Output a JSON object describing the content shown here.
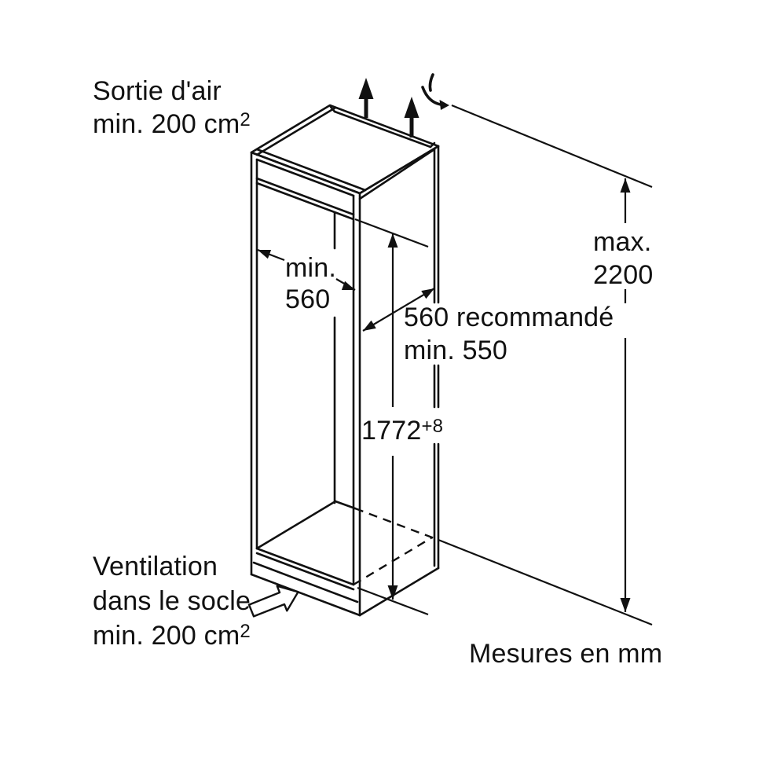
{
  "diagram": {
    "background": "#ffffff",
    "line_color": "#111111",
    "labels": {
      "air_outlet": {
        "line1": "Sortie d'air",
        "line2": "min. 200 cm",
        "sup": "2"
      },
      "ventilation": {
        "line1": "Ventilation",
        "line2": "dans le socle",
        "line3": "min. 200 cm",
        "sup": "2"
      },
      "dim_max_height": {
        "line1": "max.",
        "line2": "2200"
      },
      "dim_min_width": {
        "line1": "min.",
        "line2": "560"
      },
      "dim_depth": {
        "line1": "560 recommandé",
        "line2": "min. 550"
      },
      "dim_niche_height": {
        "value": "1772",
        "tolerance": "+8"
      },
      "units_note": "Mesures en mm"
    },
    "icons": {
      "air_arrows": "arrow-up",
      "air_swirl": "curved-air-flow",
      "ventilation_arrow": "block-arrow-up-right"
    }
  }
}
